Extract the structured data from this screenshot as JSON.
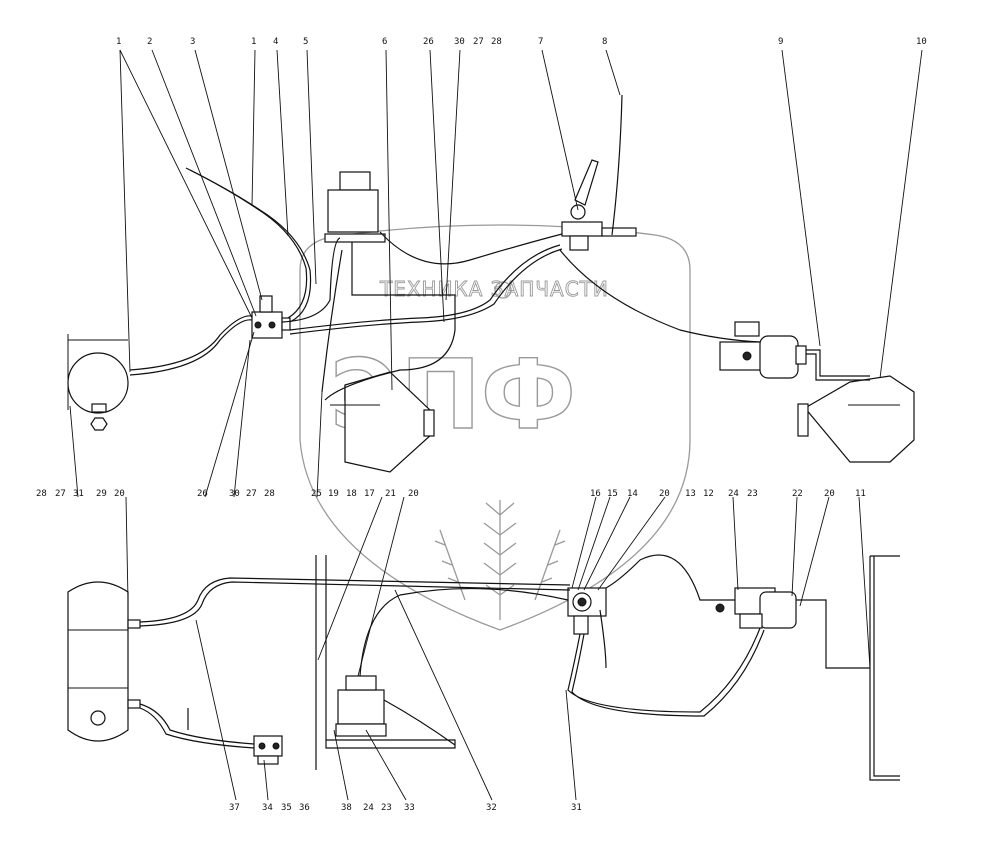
{
  "watermark": {
    "subtitle": "ТЕХНИКА ЗАПЧАСТИ",
    "logo_letters": "ЭПФ"
  },
  "callouts": {
    "top": [
      "1",
      "2",
      "3",
      "1",
      "4",
      "5",
      "6",
      "26",
      "30",
      "27",
      "28",
      "7",
      "8",
      "9",
      "10"
    ],
    "mid_left": [
      "28",
      "27",
      "31",
      "26",
      "30",
      "27",
      "28",
      "25",
      "19",
      "18",
      "17",
      "21",
      "20"
    ],
    "mid_right": [
      "16",
      "15",
      "14",
      "20",
      "13",
      "12",
      "24",
      "23",
      "22",
      "20",
      "11"
    ],
    "tank_top": [
      "29",
      "20"
    ],
    "bottom": [
      "37",
      "34",
      "35",
      "36",
      "38",
      "24",
      "23",
      "33",
      "32",
      "31"
    ]
  }
}
